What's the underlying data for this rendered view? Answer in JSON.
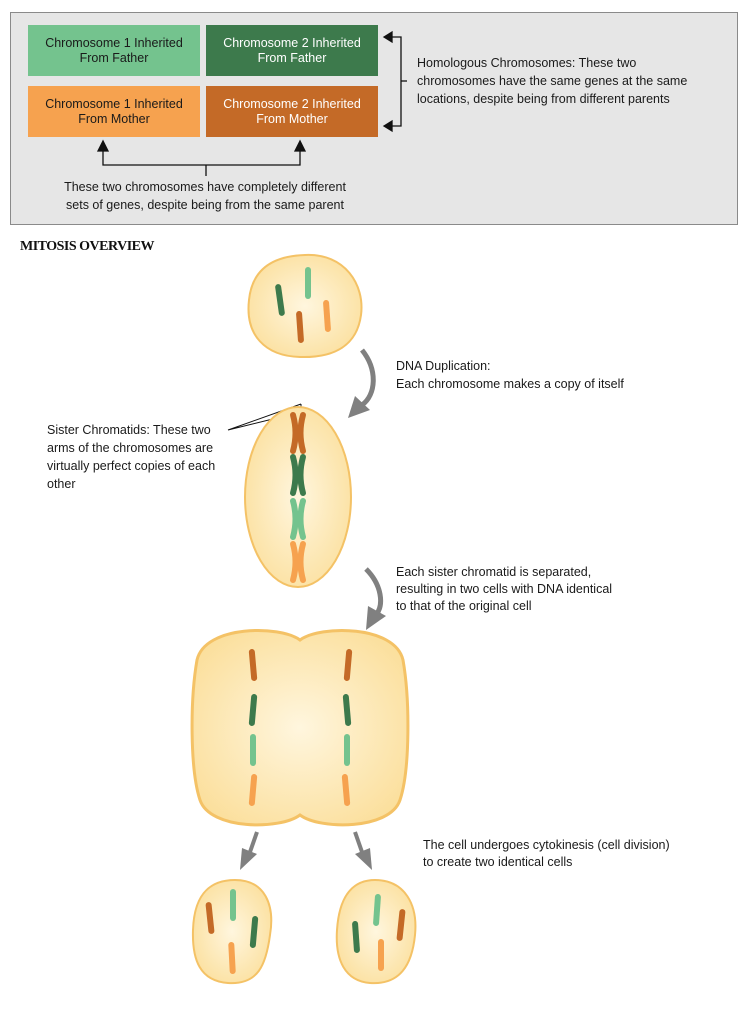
{
  "colors": {
    "father_chr1": "#74c38e",
    "father_chr2": "#3d7a4c",
    "mother_chr1": "#f6a24f",
    "mother_chr2": "#c46a27",
    "cell_fill": "#fde7ad",
    "cell_stroke": "#f4c266",
    "panel_bg": "#e6e6e6",
    "arrow_gray": "#808080"
  },
  "legend": {
    "boxes": [
      {
        "line1": "Chromosome 1 Inherited",
        "line2": "From Father"
      },
      {
        "line1": "Chromosome 2 Inherited",
        "line2": "From Father"
      },
      {
        "line1": "Chromosome 1 Inherited",
        "line2": "From Mother"
      },
      {
        "line1": "Chromosome 2 Inherited",
        "line2": "From Mother"
      }
    ],
    "homologous": [
      "Homologous Chromosomes: These two",
      "chromosomes have the same genes at the same",
      "locations, despite being from different parents"
    ],
    "different": [
      "These two chromosomes have completely different",
      "sets of genes, despite being from the same parent"
    ]
  },
  "title": "MITOSIS OVERVIEW",
  "steps": {
    "duplication": [
      "DNA Duplication:",
      "Each chromosome makes a copy of itself"
    ],
    "sister": [
      "Sister Chromatids: These two",
      "arms of the chromosomes are",
      "virtually perfect copies of each",
      "other"
    ],
    "separation": [
      "Each sister chromatid is separated,",
      "resulting in two cells with DNA identical",
      "to that of the original cell"
    ],
    "cytokinesis": [
      "The cell undergoes cytokinesis (cell division)",
      "to create two identical cells"
    ]
  }
}
